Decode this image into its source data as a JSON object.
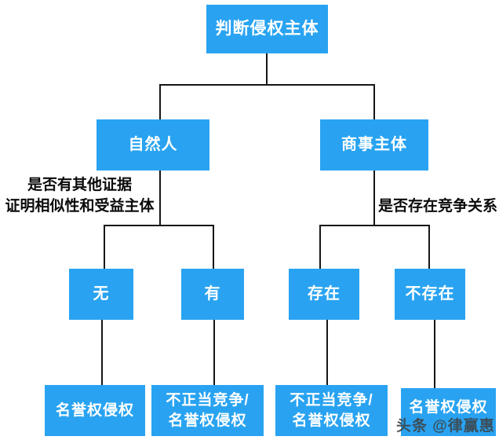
{
  "diagram": {
    "colors": {
      "node_fill": "#29A3F1",
      "node_text": "#ffffff",
      "connector": "#161616",
      "condition_text": "#0a0a0a",
      "watermark_text": "#3d4347"
    },
    "nodes": {
      "root": {
        "label": "判断侵权主体"
      },
      "natural_person": {
        "label": "自然人"
      },
      "commercial_entity": {
        "label": "商事主体"
      },
      "evidence_no": {
        "label": "无"
      },
      "evidence_yes": {
        "label": "有"
      },
      "competition_exists": {
        "label": "存在"
      },
      "competition_not_exists": {
        "label": "不存在"
      },
      "outcome_reputation_left": {
        "label": "名誉权侵权"
      },
      "outcome_unfair_left": {
        "line1": "不正当竞争/",
        "line2": "名誉权侵权"
      },
      "outcome_unfair_right": {
        "line1": "不正当竞争/",
        "line2": "名誉权侵权"
      },
      "outcome_reputation_right": {
        "label": "名誉权侵权"
      }
    },
    "conditions": {
      "left_line1": "是否有其他证据",
      "left_line2": "证明相似性和受益主体",
      "right": "是否存在竞争关系"
    },
    "watermark": "头条 @律赢惠"
  }
}
